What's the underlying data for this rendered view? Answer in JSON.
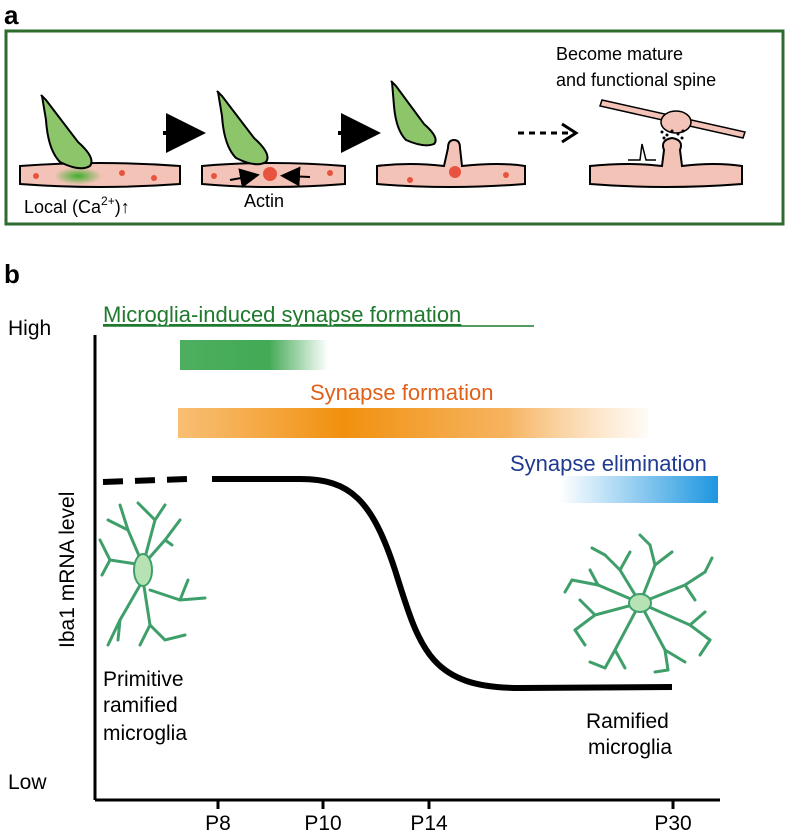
{
  "panel_a": {
    "label": "a",
    "step1_label": "Local (Ca",
    "step1_superscript": "2+",
    "step1_suffix": ")↑",
    "step2_label": "Actin",
    "step4_label_line1": "Become mature",
    "step4_label_line2": "and functional spine",
    "colors": {
      "border": "#2e6b2e",
      "microglia_fill": "#8cc56a",
      "dendrite_fill": "#f4c3b8",
      "actin": "#e8533f",
      "calcium": "#4caf3c"
    }
  },
  "panel_b": {
    "label": "b",
    "y_high": "High",
    "y_low": "Low",
    "y_axis_label": "Iba1 mRNA level",
    "x_ticks": [
      "P8",
      "P10",
      "P14",
      "P30"
    ],
    "bar_microglia_synapse": "Microglia-induced synapse formation",
    "bar_synapse_formation": "Synapse formation",
    "bar_synapse_elimination": "Synapse elimination",
    "left_cell_label": [
      "Primitive",
      "ramified",
      "microglia"
    ],
    "right_cell_label": [
      "Ramified",
      "microglia"
    ],
    "colors": {
      "microglia_bar": "#2ea043",
      "formation_bar": "#f08a00",
      "elimination_bar": "#1e96e0",
      "microglia_text": "#1f7a2e",
      "formation_text": "#e0601a",
      "elimination_text": "#1f3a8f",
      "cell_fill": "#b6e2b4",
      "cell_stroke": "#3f9f6a"
    }
  }
}
